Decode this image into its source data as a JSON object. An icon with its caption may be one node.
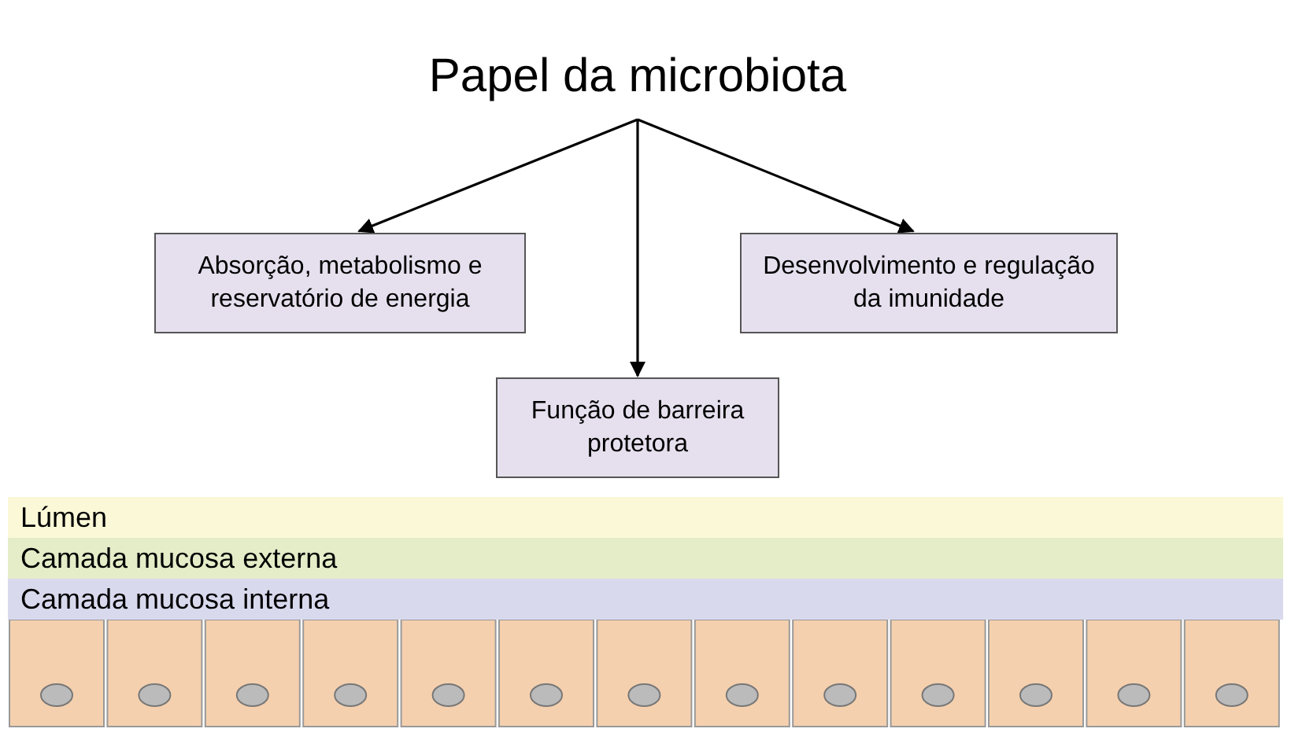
{
  "diagram": {
    "nodes": [
      {
        "text": [
          "Papel da microbiota"
        ]
      },
      {
        "text": [
          "Absorção, metabolismo e reservatório de energia"
        ]
      },
      {
        "text": [
          "Desenvolvimento e regulação da imunidade"
        ]
      },
      {
        "text": [
          "Função de barreira protetora"
        ]
      },
      {
        "text": [
          "Lúmen"
        ]
      },
      {
        "text": [
          "Camada mucosa externa"
        ]
      },
      {
        "text": [
          "Camada mucosa interna"
        ]
      }
    ],
    "edges": [
      {
        "from": 0,
        "to": 1,
        "arrow": "to"
      },
      {
        "from": 0,
        "to": 3,
        "arrow": "to"
      },
      {
        "from": 0,
        "to": 2,
        "arrow": "to"
      }
    ]
  }
}
